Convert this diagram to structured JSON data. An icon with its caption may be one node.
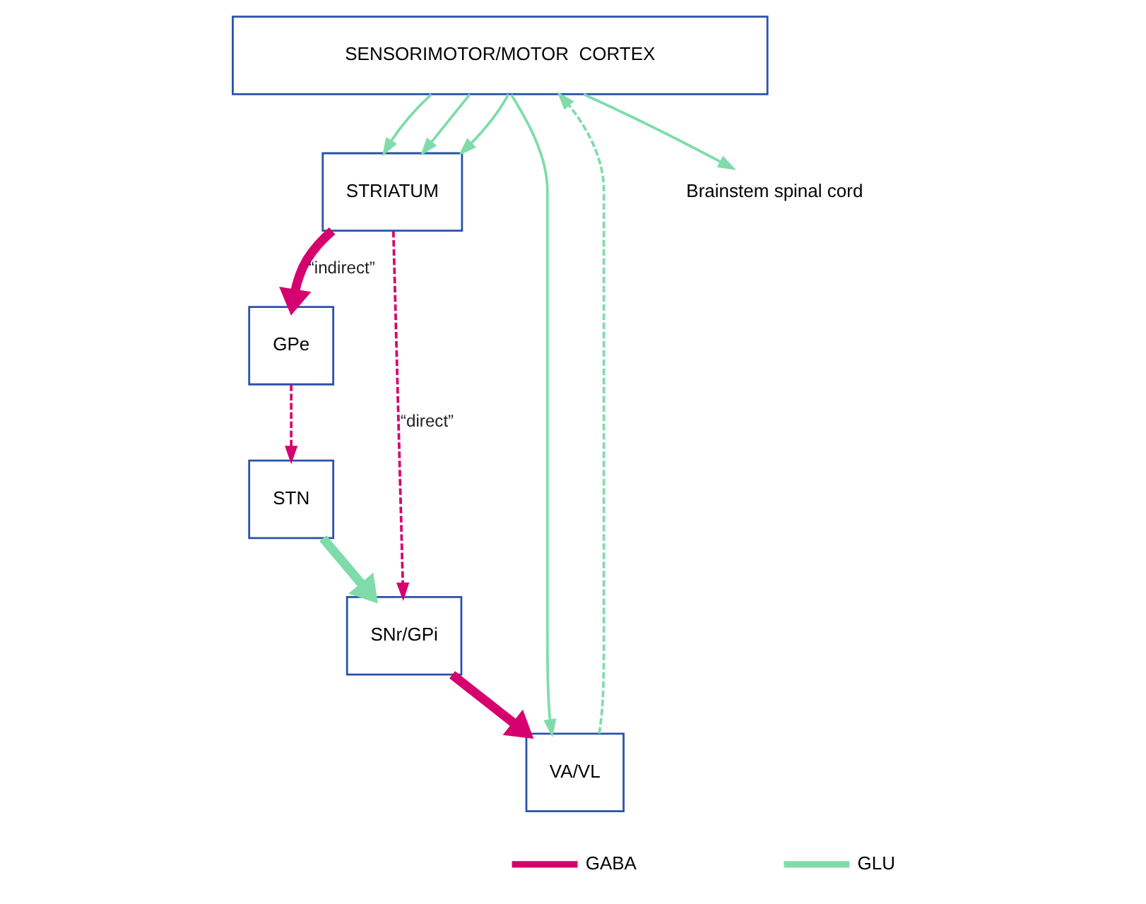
{
  "diagram": {
    "nodes": [
      {
        "text": [
          "SENSORIMOTOR/MOTOR  CORTEX"
        ]
      },
      {
        "text": [
          "STRIATUM"
        ]
      },
      {
        "text": [
          "VA/VL"
        ]
      },
      {
        "text": [
          "GPe"
        ]
      },
      {
        "text": [
          "STN"
        ]
      },
      {
        "text": [
          "SNr/GPi"
        ]
      },
      {
        "text": [
          "Brainstem spinal cord"
        ]
      }
    ],
    "edges": [
      {
        "from": 0,
        "to": 6,
        "arrow": "to"
      },
      {
        "from": 0,
        "to": 2,
        "arrow": "to"
      },
      {
        "from": 2,
        "to": 0,
        "arrow": "to",
        "style": "dashed"
      },
      {
        "from": 0,
        "to": 1,
        "arrow": "to"
      },
      {
        "from": 0,
        "to": 1,
        "arrow": "to"
      },
      {
        "from": 0,
        "to": 1,
        "arrow": "to"
      },
      {
        "from": 1,
        "to": 3,
        "arrow": "to",
        "label": "“indirect”",
        "style": "thick",
        "color": "#d6006e"
      },
      {
        "from": 3,
        "to": 4,
        "arrow": "to",
        "style": "dashed",
        "color": "#d6006e"
      },
      {
        "from": 4,
        "to": 5,
        "arrow": "to",
        "style": "thick"
      },
      {
        "from": 5,
        "to": 2,
        "arrow": "to",
        "style": "thick",
        "color": "#d6006e"
      },
      {
        "from": 1,
        "to": 5,
        "arrow": "to",
        "label": "“direct”",
        "style": "dashed",
        "color": "#d6006e"
      }
    ],
    "legend": [
      {
        "text": "GABA"
      },
      {
        "text": "GLU"
      }
    ]
  }
}
